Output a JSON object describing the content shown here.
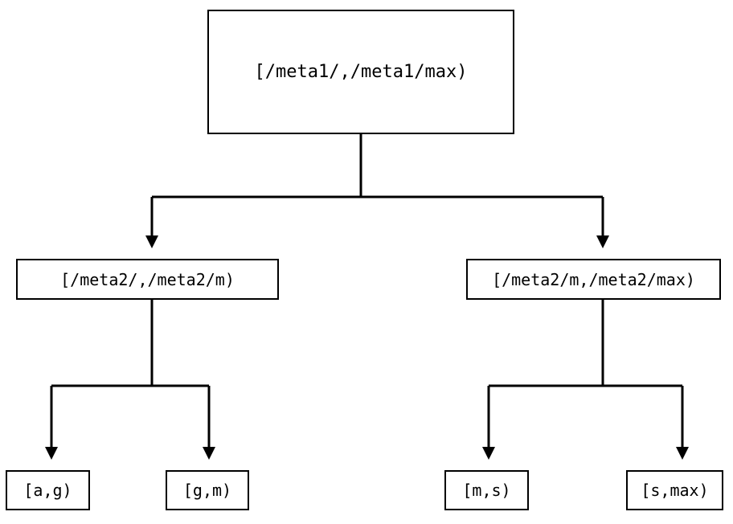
{
  "diagram": {
    "title": "range-partition-tree",
    "type": "tree",
    "orientation": "top-down",
    "colors": {
      "background": "#ffffff",
      "stroke": "#000000",
      "node_fill": "#ffffff",
      "text": "#000000"
    },
    "nodes": {
      "root": {
        "id": "root",
        "label": "[/meta1/,/meta1/max)",
        "level": 0
      },
      "mid": [
        {
          "id": "mid-left",
          "label": "[/meta2/,/meta2/m)",
          "level": 1
        },
        {
          "id": "mid-right",
          "label": "[/meta2/m,/meta2/max)",
          "level": 1
        }
      ],
      "leaves": [
        {
          "id": "leaf-0",
          "label": "[a,g)",
          "level": 2
        },
        {
          "id": "leaf-1",
          "label": "[g,m)",
          "level": 2
        },
        {
          "id": "leaf-2",
          "label": "[m,s)",
          "level": 2
        },
        {
          "id": "leaf-3",
          "label": "[s,max)",
          "level": 2
        }
      ]
    },
    "edges": [
      {
        "from": "root",
        "to": "mid-left",
        "arrow": "triangle-down"
      },
      {
        "from": "root",
        "to": "mid-right",
        "arrow": "triangle-down"
      },
      {
        "from": "mid-left",
        "to": "leaf-0",
        "arrow": "triangle-down"
      },
      {
        "from": "mid-left",
        "to": "leaf-1",
        "arrow": "triangle-down"
      },
      {
        "from": "mid-right",
        "to": "leaf-2",
        "arrow": "triangle-down"
      },
      {
        "from": "mid-right",
        "to": "leaf-3",
        "arrow": "triangle-down"
      }
    ]
  }
}
